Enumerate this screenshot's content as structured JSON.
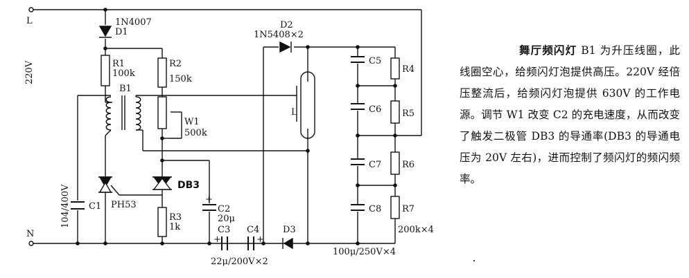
{
  "circuit": {
    "terminals": {
      "top": "L",
      "bottom": "N",
      "supply": "220V"
    },
    "components": {
      "D1_part": "1N4007",
      "D1": "D1",
      "R1": "R1",
      "R1_val": "100k",
      "B1": "B1",
      "R2": "R2",
      "R2_val": "150k",
      "W1": "W1",
      "W1_val": "500k",
      "D2": "D2",
      "D2_part": "1N5408×2",
      "lamp": "L",
      "DB3": "DB3",
      "PH53": "PH53",
      "C1": "C1",
      "C1_val": "104/400V",
      "R3": "R3",
      "R3_val": "1k",
      "C2": "C2",
      "C2_val": "20μ",
      "C3": "C3",
      "C4": "C4",
      "D3": "D3",
      "C3C4_val": "22μ/200V×2",
      "C5": "C5",
      "C6": "C6",
      "C7": "C7",
      "C8": "C8",
      "C58_val": "100μ/250V×4",
      "R4": "R4",
      "R5": "R5",
      "R6": "R6",
      "R7": "R7",
      "R47_val": "200k×4",
      "plus": "+"
    }
  },
  "description": {
    "title": "舞厅频闪灯",
    "body": "B1 为升压线圈，此线圈空心，给频闪灯泡提供高压。220V 经倍压整流后，给频闪灯泡提供 630V 的工作电源。调节 W1 改变 C2 的充电速度，从而改变了触发二极管 DB3 的导通率(DB3 的导通电压为 20V 左右)，进而控制了频闪灯的频闪频率。"
  }
}
